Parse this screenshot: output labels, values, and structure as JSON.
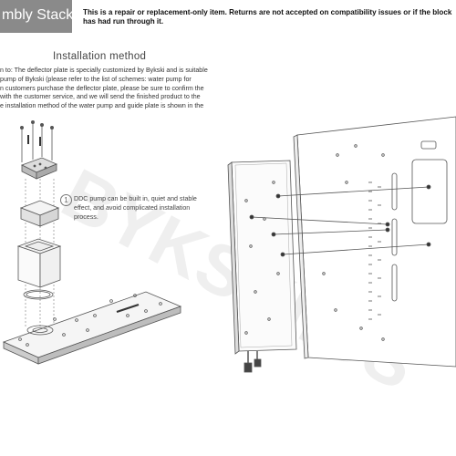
{
  "header": {
    "title": "mbly Stack",
    "notice": "This is a repair or replacement-only item. Returns are not accepted on compatibility issues or if the block has had run through it."
  },
  "section": {
    "title": "Installation method",
    "description_lines": [
      "n to:  The deflector plate is specially customized by Bykski and is suitable",
      "pump of Bykski (please refer to the list of schemes: water pump for",
      "n customers purchase the deflector plate, please be sure to confirm the",
      "with the customer service, and we will send the finished product to the",
      "e installation method of the water pump and guide plate is shown in the"
    ]
  },
  "note": {
    "number": "1",
    "lines": [
      "DDC pump can be built in, quiet and stable",
      "effect, and avoid complicated installation",
      "process."
    ]
  },
  "watermark": {
    "text": "BYKSKI.US"
  },
  "colors": {
    "header_bg": "#8a8a8a",
    "line": "#555555",
    "watermark": "#ececec"
  }
}
